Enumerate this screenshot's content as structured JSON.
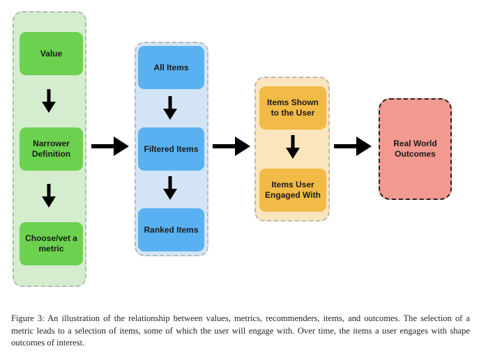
{
  "diagram": {
    "value_group": {
      "value": "Value",
      "narrower_definition": "Narrower Definition",
      "choose_metric": "Choose/vet a metric"
    },
    "items_group": {
      "all_items": "All Items",
      "filtered_items": "Filtered Items",
      "ranked_items": "Ranked Items"
    },
    "user_group": {
      "items_shown": "Items Shown to the User",
      "items_engaged": "Items User Engaged With"
    },
    "outcomes": {
      "real_world": "Real World Outcomes"
    },
    "colors": {
      "green_box": "#6cd14f",
      "green_group": "#d4edcf",
      "blue_box": "#5ab1f1",
      "blue_group": "#d3e4f7",
      "orange_box": "#f2bb47",
      "orange_group": "#fbe5bd",
      "red_box": "#f29990",
      "arrow": "#000000"
    }
  },
  "caption": {
    "text": "Figure 3: An illustration of the relationship between values, metrics, recommenders, items, and outcomes. The selection of a metric leads to a selection of items, some of which the user will engage with. Over time, the items a user engages with shape outcomes of interest."
  }
}
